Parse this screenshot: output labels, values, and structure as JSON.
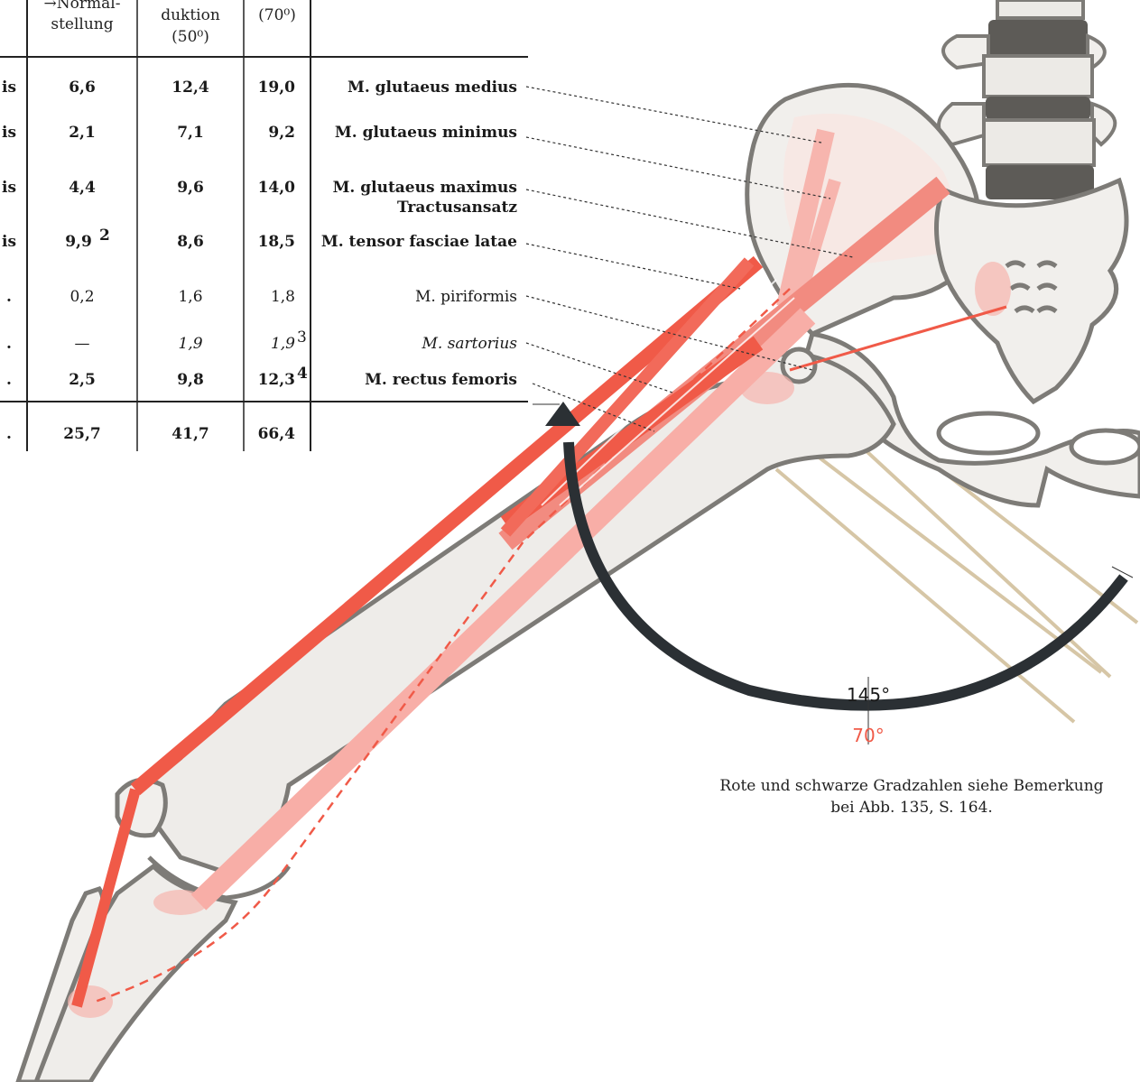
{
  "table": {
    "headers": [
      [
        "→Normal-",
        "stellung"
      ],
      [
        "duktion",
        "(50⁰)"
      ],
      [
        "(70⁰)"
      ]
    ],
    "row_stubs": [
      "is",
      "is",
      "is",
      "is",
      ".",
      ".",
      ".",
      "."
    ],
    "rows": [
      {
        "c1": "6,6",
        "c2": "12,4",
        "c3": "19,0",
        "sup3": "",
        "label": "M. glutaeus medius",
        "label2": ""
      },
      {
        "c1": "2,1",
        "c2": "7,1",
        "c3": "9,2",
        "sup3": "",
        "label": "M. glutaeus minimus",
        "label2": ""
      },
      {
        "c1": "4,4",
        "c2": "9,6",
        "c3": "14,0",
        "sup3": "",
        "label": "M. glutaeus maximus",
        "label2": "Tractusansatz"
      },
      {
        "c1": "9,9",
        "sup1": "2",
        "c2": "8,6",
        "c3": "18,5",
        "sup3": "",
        "label": "M. tensor fasciae latae",
        "label2": ""
      },
      {
        "c1": "0,2",
        "c2": "1,6",
        "c3": "1,8",
        "sup3": "",
        "label": "M. piriformis",
        "label2": ""
      },
      {
        "c1": "—",
        "c2": "1,9",
        "c3": "1,9",
        "sup3": "3",
        "label": "M. sartorius",
        "label2": ""
      },
      {
        "c1": "2,5",
        "c2": "9,8",
        "c3": "12,3",
        "sup3": "4",
        "label": "M. rectus femoris",
        "label2": ""
      }
    ],
    "total": {
      "c1": "25,7",
      "c2": "41,7",
      "c3": "66,4"
    }
  },
  "angles": {
    "black": "145°",
    "red": "70°"
  },
  "caption": {
    "line1": "Rote und schwarze Gradzahlen siehe Bemerkung",
    "line2": "bei Abb. 135, S. 164."
  },
  "colors": {
    "muscle_red": "#f05a48",
    "muscle_pink": "#f7b5ae",
    "bone_fill": "#f1efec",
    "bone_outline": "#7d7b77",
    "vertebra_dark": "#5d5b57",
    "arc": "#2b3034",
    "tan_bone": "#d6c6a6"
  }
}
